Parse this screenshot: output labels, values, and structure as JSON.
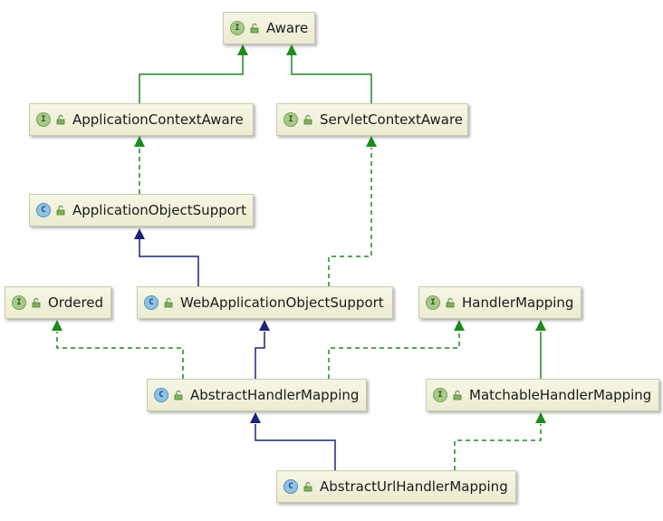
{
  "nodes": [
    {
      "id": "aware",
      "name": "Aware",
      "kind": "I",
      "type": "interface"
    },
    {
      "id": "app-ctx-aware",
      "name": "ApplicationContextAware",
      "kind": "I",
      "type": "interface"
    },
    {
      "id": "servlet-ctx-aware",
      "name": "ServletContextAware",
      "kind": "I",
      "type": "interface"
    },
    {
      "id": "app-obj-support",
      "name": "ApplicationObjectSupport",
      "kind": "C",
      "type": "class"
    },
    {
      "id": "ordered",
      "name": "Ordered",
      "kind": "I",
      "type": "interface"
    },
    {
      "id": "web-app-obj-support",
      "name": "WebApplicationObjectSupport",
      "kind": "C",
      "type": "class"
    },
    {
      "id": "handler-mapping",
      "name": "HandlerMapping",
      "kind": "I",
      "type": "interface"
    },
    {
      "id": "abstract-handler-mapping",
      "name": "AbstractHandlerMapping",
      "kind": "C",
      "type": "class"
    },
    {
      "id": "matchable-handler-mapping",
      "name": "MatchableHandlerMapping",
      "kind": "I",
      "type": "interface"
    },
    {
      "id": "abstract-url-handler-mapping",
      "name": "AbstractUrlHandlerMapping",
      "kind": "C",
      "type": "class"
    }
  ],
  "edges": [
    {
      "from": "app-ctx-aware",
      "to": "aware",
      "relation": "extends"
    },
    {
      "from": "servlet-ctx-aware",
      "to": "aware",
      "relation": "extends"
    },
    {
      "from": "app-obj-support",
      "to": "app-ctx-aware",
      "relation": "implements"
    },
    {
      "from": "web-app-obj-support",
      "to": "app-obj-support",
      "relation": "extends"
    },
    {
      "from": "web-app-obj-support",
      "to": "servlet-ctx-aware",
      "relation": "implements"
    },
    {
      "from": "abstract-handler-mapping",
      "to": "ordered",
      "relation": "implements"
    },
    {
      "from": "abstract-handler-mapping",
      "to": "web-app-obj-support",
      "relation": "extends"
    },
    {
      "from": "abstract-handler-mapping",
      "to": "handler-mapping",
      "relation": "implements"
    },
    {
      "from": "matchable-handler-mapping",
      "to": "handler-mapping",
      "relation": "extends"
    },
    {
      "from": "abstract-url-handler-mapping",
      "to": "abstract-handler-mapping",
      "relation": "extends"
    },
    {
      "from": "abstract-url-handler-mapping",
      "to": "matchable-handler-mapping",
      "relation": "implements"
    }
  ],
  "colors": {
    "interface_extends": "#1e8a1e",
    "class_extends": "#1a237e",
    "implements": "#1e8a1e"
  },
  "icons": {
    "visibility": "lock-open-icon"
  }
}
